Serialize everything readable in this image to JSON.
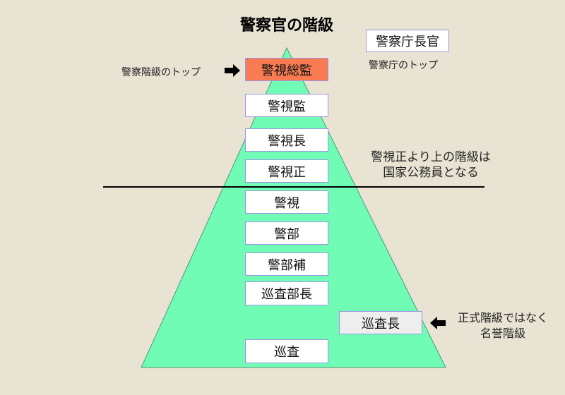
{
  "title": "警察官の階級",
  "ranks": [
    "警視総監",
    "警視監",
    "警視長",
    "警視正",
    "警視",
    "警部",
    "警部補",
    "巡査部長",
    "巡査"
  ],
  "honorary_rank": "巡査長",
  "agency_head": {
    "label": "警察庁長官",
    "note": "警察庁のトップ"
  },
  "notes": {
    "top": "警察階級のトップ",
    "national_line1": "警視正より上の階級は",
    "national_line2": "国家公務員となる",
    "honorary_line1": "正式階級ではなく",
    "honorary_line2": "名誉階級"
  },
  "colors": {
    "pyramid": "#70fcb4",
    "top_rank": "#f87b52",
    "background": "#e9e3d3"
  }
}
